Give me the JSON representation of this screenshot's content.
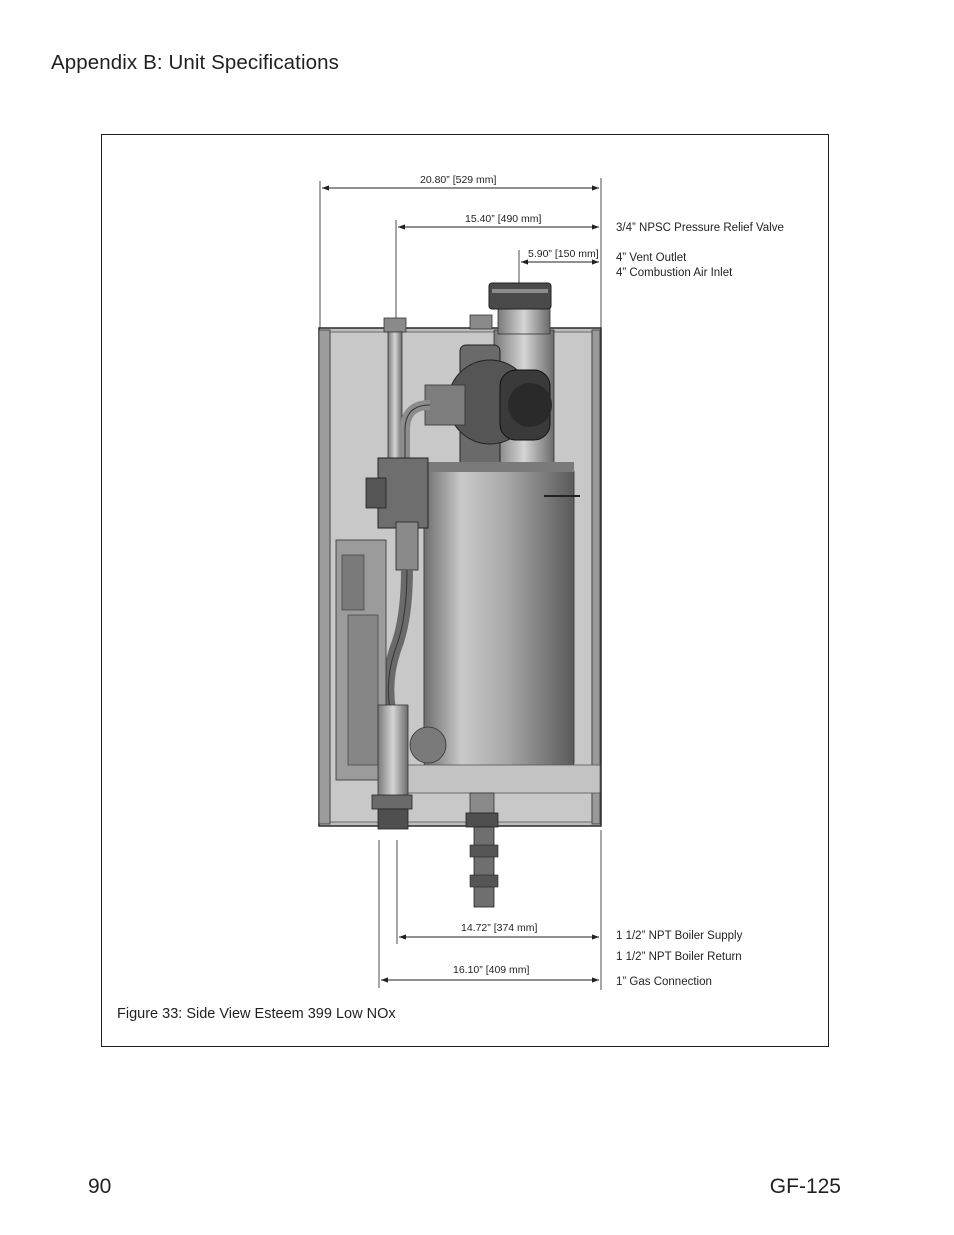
{
  "header": {
    "title": "Appendix B: Unit Specifications"
  },
  "figure": {
    "caption": "Figure 33: Side View Esteem 399 Low NOx",
    "dimensions": {
      "overall_width": "20.80” [529 mm]",
      "relief_valve_offset": "15.40” [490 mm]",
      "vent_offset": "5.90” [150 mm]",
      "supply_offset": "14.72” [374 mm]",
      "gas_offset": "16.10” [409 mm]"
    },
    "callouts": {
      "relief_valve": "3/4” NPSC Pressure Relief Valve",
      "vent_outlet": "4” Vent Outlet",
      "combustion_air": "4” Combustion Air Inlet",
      "boiler_supply": "1 1/2” NPT Boiler Supply",
      "boiler_return": "1 1/2” NPT Boiler Return",
      "gas_connection": "1” Gas Connection"
    }
  },
  "footer": {
    "page_number": "90",
    "doc_id": "GF-125"
  }
}
